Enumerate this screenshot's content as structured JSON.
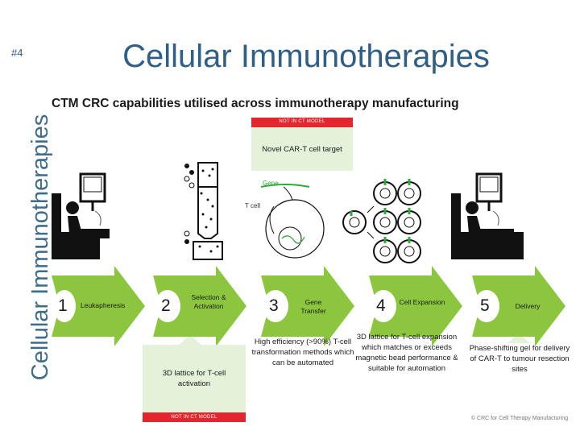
{
  "slide": {
    "number": "#4",
    "side_title": "Cellular Immunotherapies",
    "title": "Cellular Immunotherapies",
    "subtitle": "CTM CRC capabilities utilised across immunotherapy manufacturing",
    "copyright": "© CRC for Cell Therapy Manufacturing"
  },
  "badges": {
    "top": "NOT IN CT MODEL",
    "bottom": "NOT IN CT MODEL"
  },
  "diagram_labels": {
    "gene": "Gene",
    "tcell": "T cell"
  },
  "callouts": {
    "car_t": "Novel CAR-T cell target",
    "lattice": "3D lattice for T-cell activation",
    "gene_transfer": "High efficiency (>90%) T-cell transformation methods which can be automated",
    "expansion": "3D lattice for T-cell expansion which matches or exceeds magnetic bead performance & suitable for automation",
    "delivery": "Phase-shifting gel for delivery of CAR-T to tumour resection sites"
  },
  "steps": [
    {
      "number": "1",
      "label": "Leukapheresis"
    },
    {
      "number": "2",
      "label": "Selection & Activation"
    },
    {
      "number": "3",
      "label": "Gene Transfer"
    },
    {
      "number": "4",
      "label": "Cell Expansion"
    },
    {
      "number": "5",
      "label": "Delivery"
    }
  ],
  "colors": {
    "arrow_fill": "#8cc63f",
    "callout_fill": "#e5f1d9",
    "badge_red": "#e3262d",
    "title_blue": "#2f5f86",
    "node_green": "#2eaa3c"
  }
}
